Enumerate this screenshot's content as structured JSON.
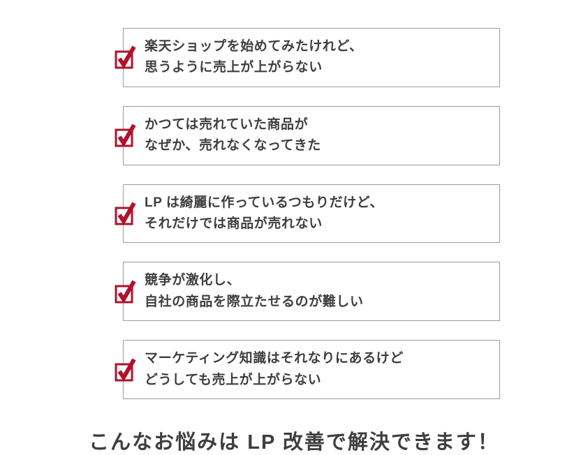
{
  "colors": {
    "accent_red": "#b0122b",
    "text": "#3e3e3e",
    "box_border": "#9b9b9b",
    "background": "#ffffff"
  },
  "icons": {
    "checkmark": "red-checkbox-with-check"
  },
  "items": [
    {
      "line1": "楽天ショップを始めてみたけれど、",
      "line2": "思うように売上が上がらない"
    },
    {
      "line1": "かつては売れていた商品が",
      "line2": "なぜか、売れなくなってきた"
    },
    {
      "line1": "LP は綺麗に作っているつもりだけど、",
      "line2": "それだけでは商品が売れない"
    },
    {
      "line1": "競争が激化し、",
      "line2": "自社の商品を際立たせるのが難しい"
    },
    {
      "line1": "マーケティング知識はそれなりにあるけど",
      "line2": "どうしても売上が上がらない"
    }
  ],
  "heading": "こんなお悩みは LP 改善で解決できます！"
}
